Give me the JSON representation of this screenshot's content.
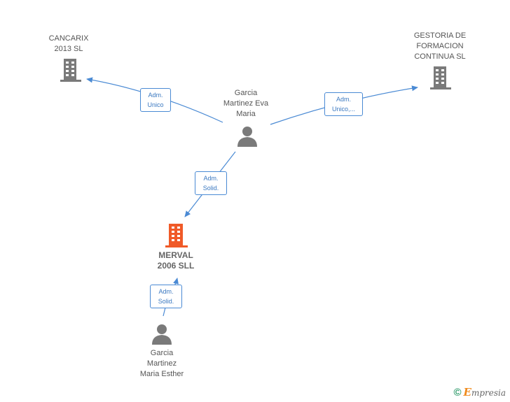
{
  "colors": {
    "edge": "#4a8ad4",
    "company": "#7a7a7a",
    "company_main": "#f05a28",
    "person": "#7a7a7a"
  },
  "nodes": {
    "cancarix": {
      "lines": [
        "CANCARIX",
        "2013 SL"
      ],
      "icon": "building-icon"
    },
    "gestoria": {
      "lines": [
        "GESTORIA DE",
        "FORMACION",
        "CONTINUA SL"
      ],
      "icon": "building-icon"
    },
    "garcia_eva": {
      "lines": [
        "Garcia",
        "Martinez Eva",
        "Maria"
      ],
      "icon": "person-icon"
    },
    "merval": {
      "lines": [
        "MERVAL",
        "2006 SLL"
      ],
      "icon": "building-icon"
    },
    "garcia_esther": {
      "lines": [
        "Garcia",
        "Martinez",
        "Maria Esther"
      ],
      "icon": "person-icon"
    }
  },
  "edges": {
    "eva_cancarix": {
      "lines": [
        "Adm.",
        "Unico"
      ]
    },
    "eva_gestoria": {
      "lines": [
        "Adm.",
        "Unico,..."
      ]
    },
    "eva_merval": {
      "lines": [
        "Adm.",
        "Solid."
      ]
    },
    "esther_merval": {
      "lines": [
        "Adm.",
        "Solid."
      ]
    }
  },
  "footer": {
    "copyright": "©",
    "brand_first": "E",
    "brand_rest": "mpresia"
  }
}
